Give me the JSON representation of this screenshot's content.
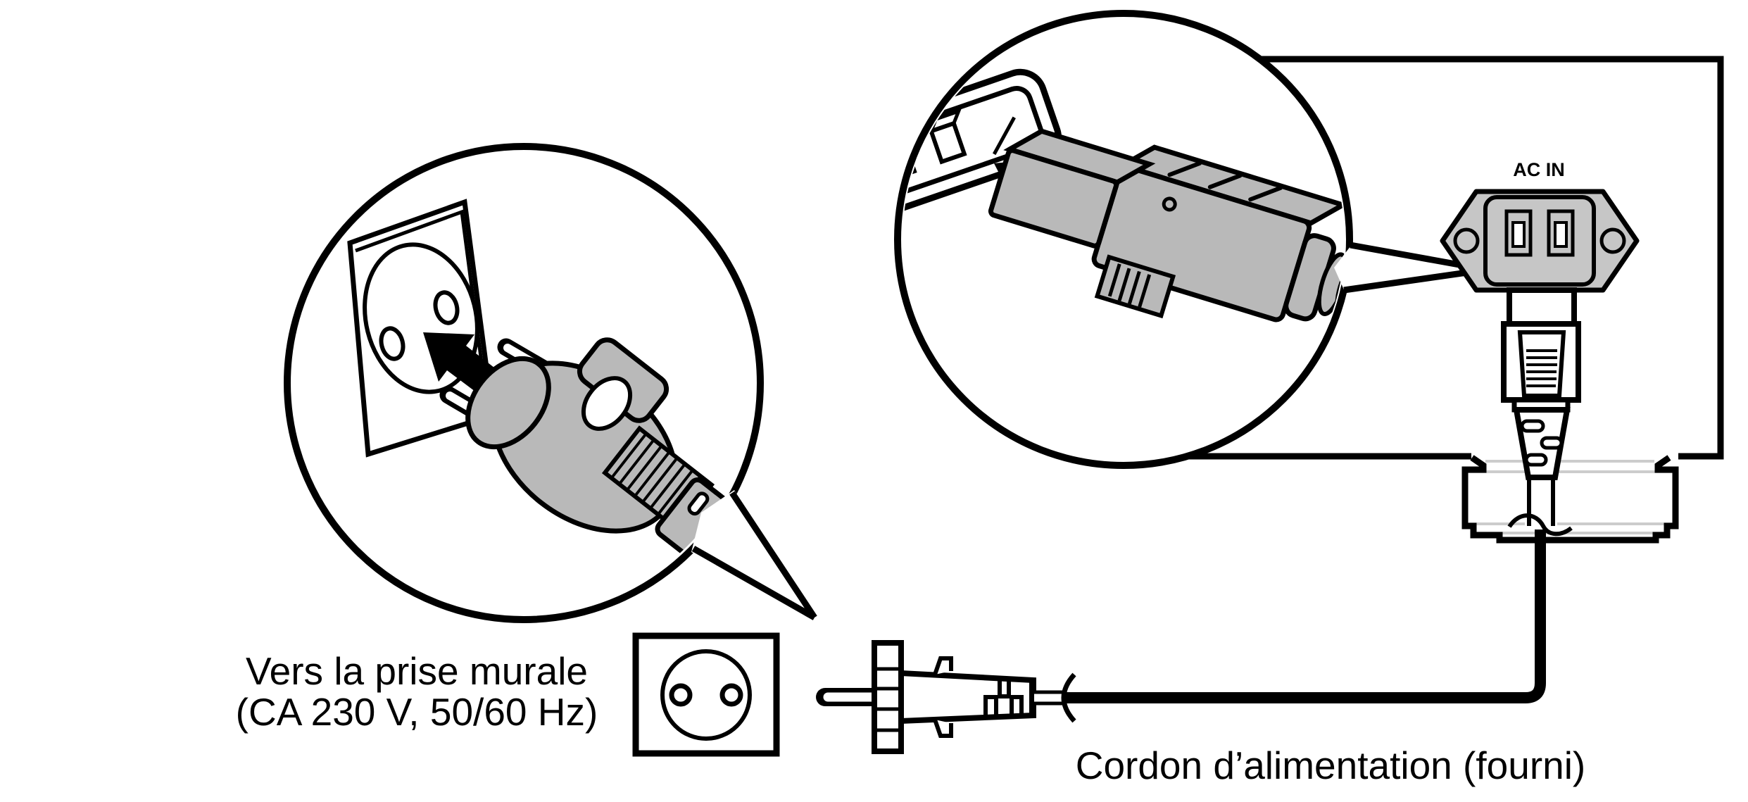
{
  "diagram": {
    "type": "power-cord-connection-illustration",
    "labels": {
      "ac_in": "AC IN",
      "wall_line1": "Vers la prise murale",
      "wall_line2": "(CA 230 V, 50/60 Hz)",
      "power_cord": "Cordon d’alimentation (fourni)"
    },
    "colors": {
      "background": "#ffffff",
      "outline": "#000000",
      "plug_gray": "#b9b9b9",
      "inlet_gray": "#c6c6c6",
      "detail_gray": "#cccccc"
    },
    "icons": [
      "magnifier-callout-left-icon",
      "magnifier-callout-right-icon",
      "insert-arrow-icon",
      "euro-power-plug-icon",
      "iec-connector-icon",
      "wall-outlet-icon",
      "ac-inlet-icon",
      "power-cord-icon",
      "cord-break-mark-icon"
    ]
  }
}
